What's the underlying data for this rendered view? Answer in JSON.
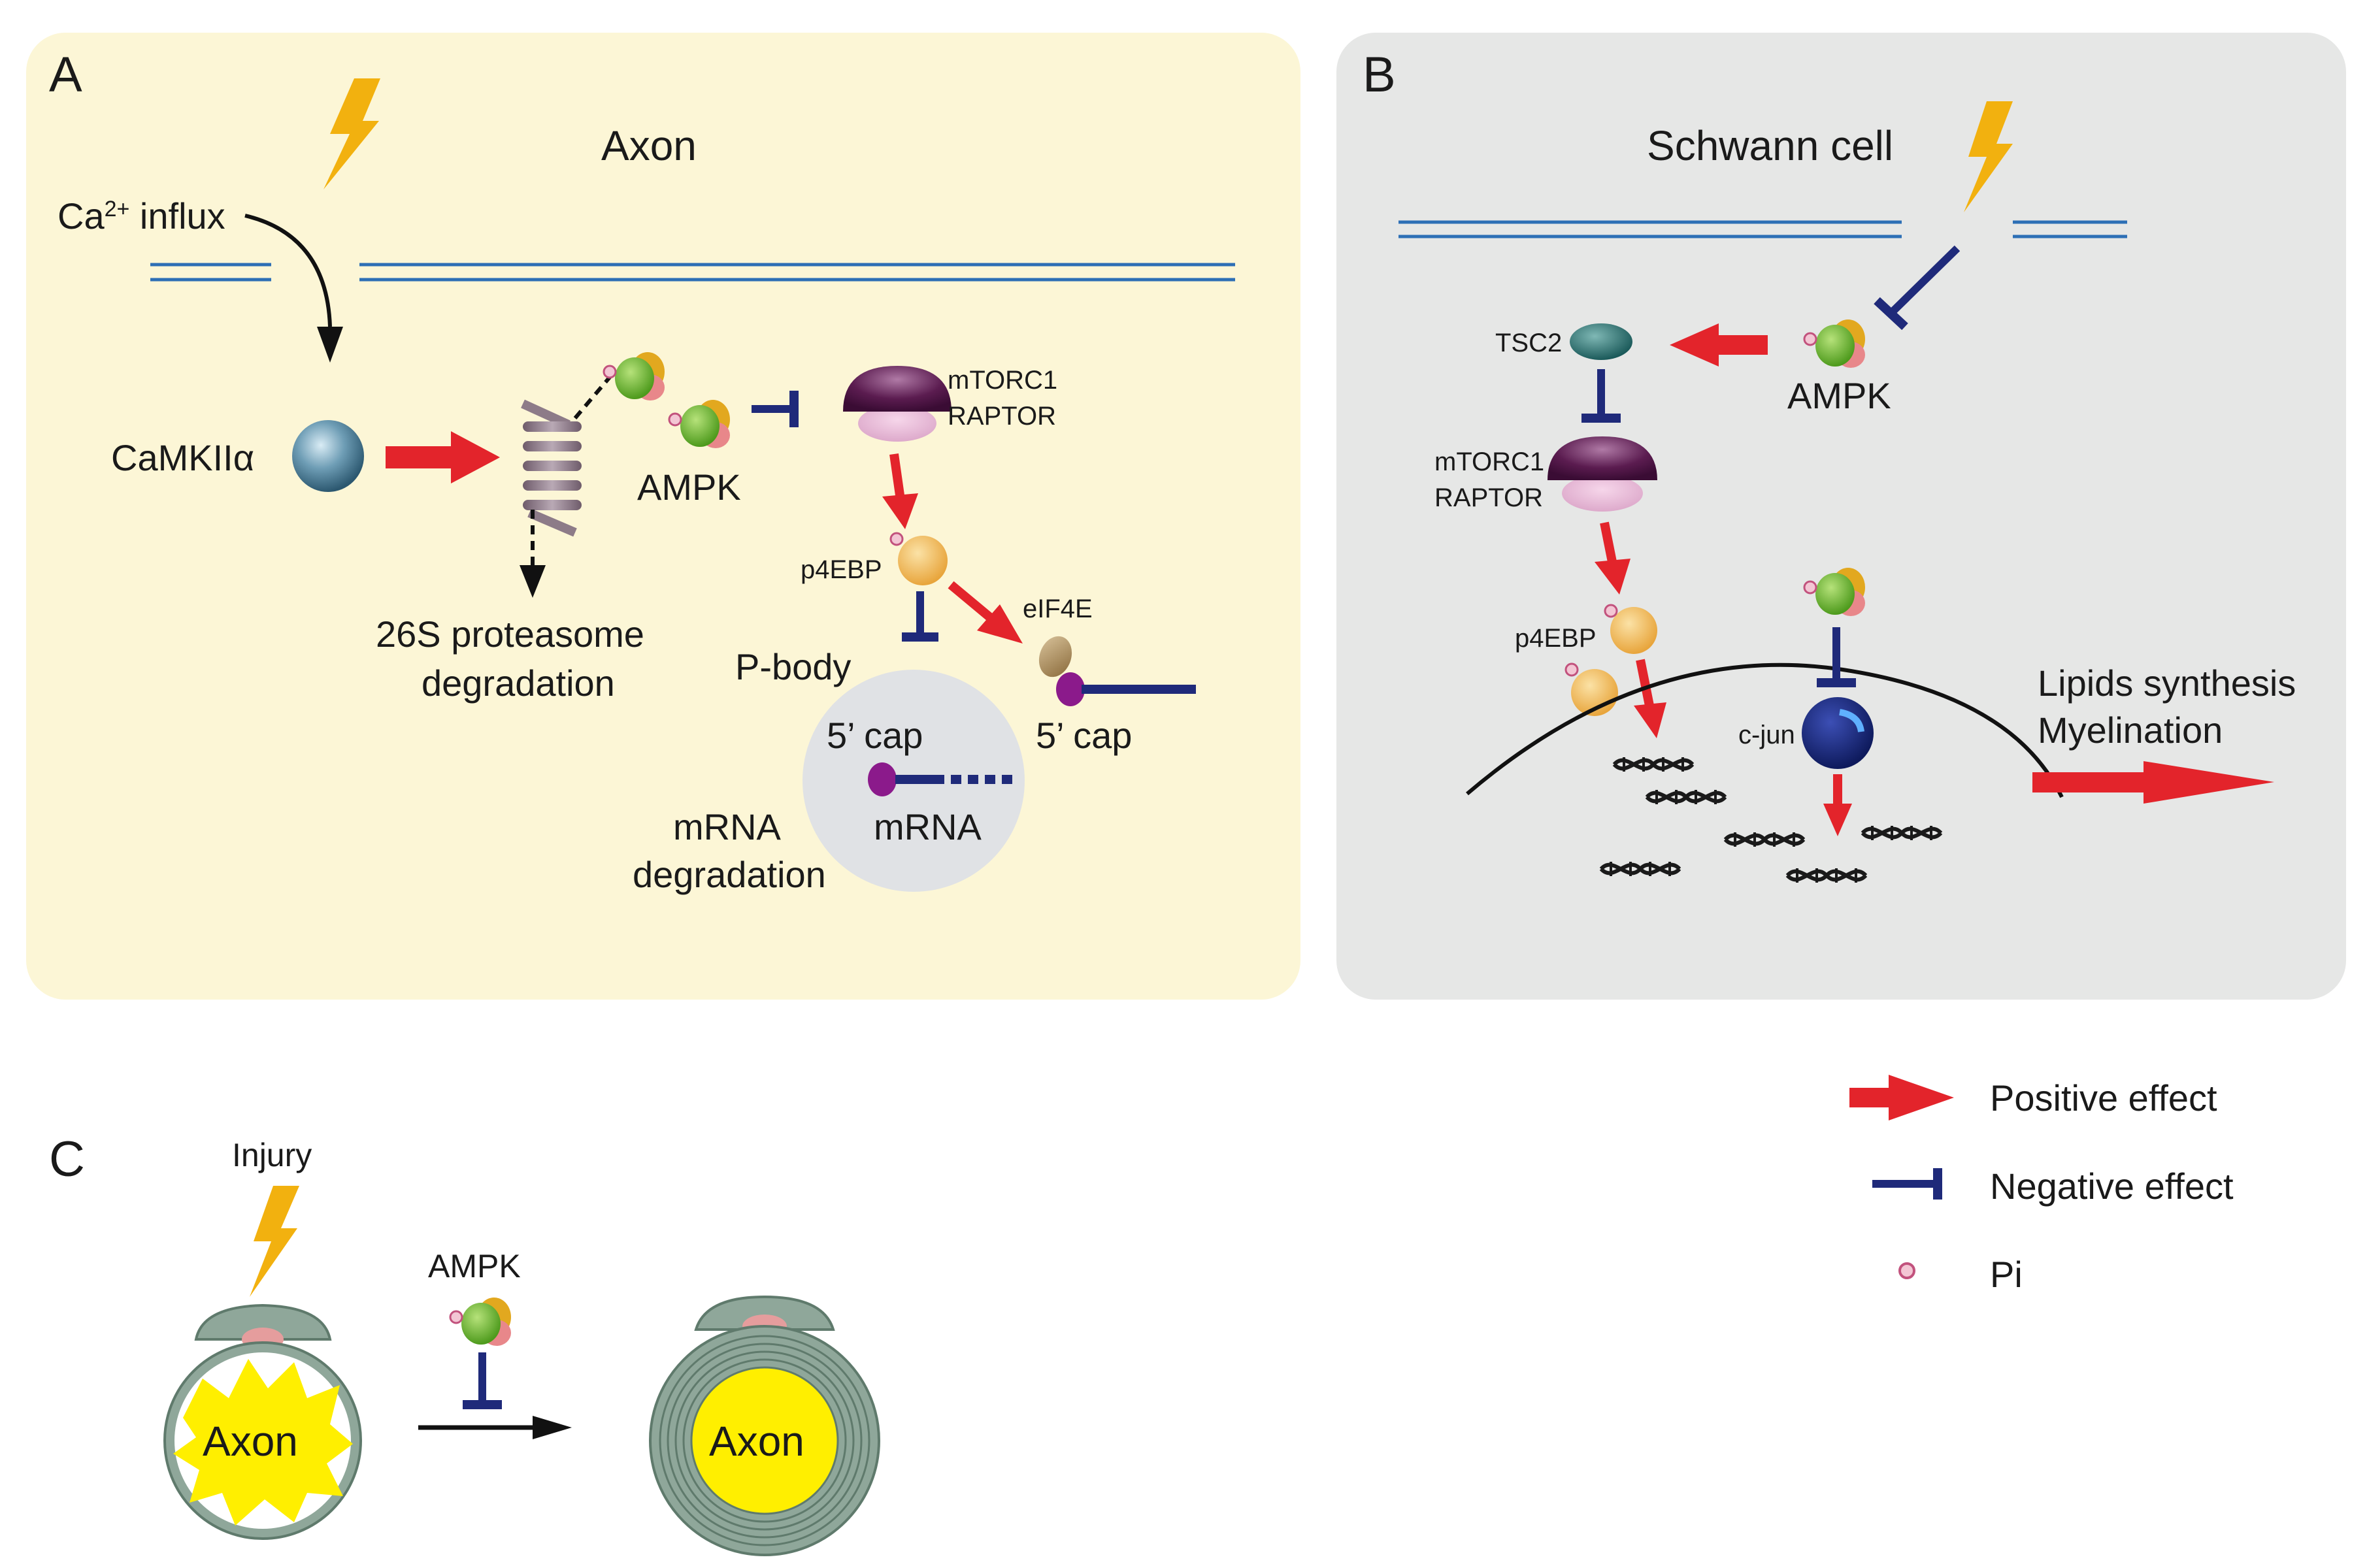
{
  "colors": {
    "panel_a_bg": "#fcf6d6",
    "panel_b_bg": "#e6e7e6",
    "positive": "#e3242b",
    "negative": "#1f2a7a",
    "membrane": "#2d6fb5",
    "axon_yellow": "#ffef00",
    "myelin": "#6f8f7e",
    "phosphate": "#e58aa6"
  },
  "panel_a": {
    "letter": "A",
    "title": "Axon",
    "ca_influx_pre": "Ca",
    "ca_influx_sup": "2+",
    "ca_influx_post": " influx",
    "camkii": "CaMKIIα",
    "ampk": "AMPK",
    "proteasome_line1": "26S proteasome",
    "proteasome_line2": "degradation",
    "mtorc1": "mTORC1",
    "raptor": "RAPTOR",
    "p4ebp": "p4EBP",
    "eif4e": "eIF4E",
    "pbody": "P-body",
    "cap_in_pbody": "5’ cap",
    "cap_right": "5’ cap",
    "mrna": "mRNA",
    "mrna_deg_line1": "mRNA",
    "mrna_deg_line2": "degradation"
  },
  "panel_b": {
    "letter": "B",
    "title": "Schwann cell",
    "tsc2": "TSC2",
    "ampk": "AMPK",
    "mtorc1": "mTORC1",
    "raptor": "RAPTOR",
    "p4ebp": "p4EBP",
    "cjun": "c-jun",
    "lipids": "Lipids synthesis",
    "myelination": "Myelination"
  },
  "panel_c": {
    "letter": "C",
    "injury": "Injury",
    "ampk": "AMPK",
    "axon_left": "Axon",
    "axon_right": "Axon"
  },
  "legend": {
    "positive": "Positive effect",
    "negative": "Negative effect",
    "pi": "Pi"
  }
}
